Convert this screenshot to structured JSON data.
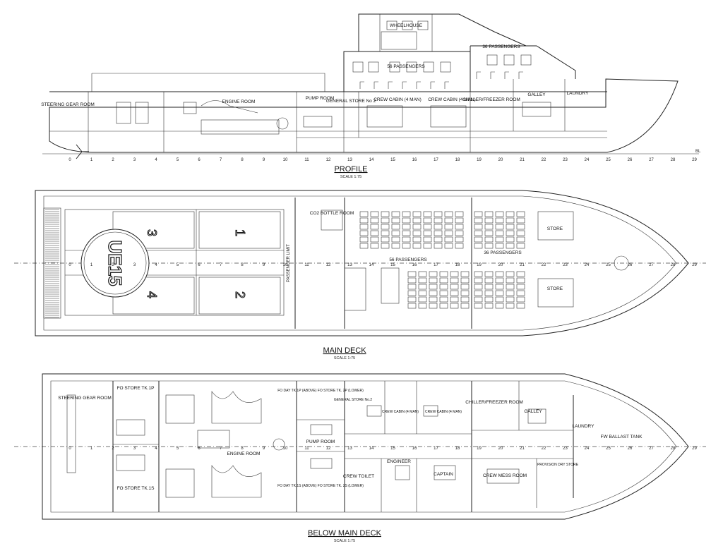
{
  "profile": {
    "title": "PROFILE",
    "scale": "SCALE 1:75",
    "labels": {
      "wheelhouse": "WHEELHOUSE",
      "pass36": "36 PASSENGERS",
      "pass56": "56 PASSENGERS",
      "steering": "STEERING GEAR ROOM",
      "engine": "ENGINE ROOM",
      "pump": "PUMP ROOM",
      "general": "GENERAL STORE No 2",
      "crew1": "CREW CABIN (4 MAN)",
      "crew2": "CREW CABIN (4 MAN)",
      "chiller": "CHILLER/FREEZER ROOM",
      "galley": "GALLEY",
      "laundry": "LAUNDRY",
      "bl": "BL"
    }
  },
  "main_deck": {
    "title": "MAIN DECK",
    "scale": "SCALE 1:75",
    "labels": {
      "helipad": "UE15",
      "pad1": "1",
      "pad2": "2",
      "pad3": "3",
      "pad4": "4",
      "co2": "CO2 BOTTLE ROOM",
      "pass56": "56 PASSENGERS",
      "pass36": "36 PASSENGERS",
      "store1": "STORE",
      "store2": "STORE",
      "limit": "PASSENGER LIMIT"
    }
  },
  "below_deck": {
    "title": "BELOW MAIN DECK",
    "scale": "SCALE 1:75",
    "labels": {
      "steering": "STEERING GEAR ROOM",
      "fo1p": "FO STORE TK.1P",
      "fo1s": "FO STORE TK.1S",
      "engine": "ENGINE ROOM",
      "fodayp": "FO DAY TK.1P (ABOVE) FO STORE TK. 2P (LOWER)",
      "fodays": "FO DAY TK.1S (ABOVE) FO STORE TK. 2S (LOWER)",
      "pump": "PUMP ROOM",
      "general": "GENERAL STORE No.2",
      "crew1": "CREW CABIN (4 MAN)",
      "crew2": "CREW CABIN (4 MAN)",
      "chiller": "CHILLER/FREEZER ROOM",
      "galley": "GALLEY",
      "laundry": "LAUNDRY",
      "fwballast": "FW BALLAST TANK",
      "provision": "PROVISION DRY STORE",
      "crewtoilet": "CREW TOILET",
      "engineer": "ENGINEER",
      "captain": "CAPTAIN",
      "mess": "CREW MESS ROOM"
    }
  },
  "frames": [
    "0",
    "1",
    "2",
    "3",
    "4",
    "5",
    "6",
    "7",
    "8",
    "9",
    "10",
    "11",
    "12",
    "13",
    "14",
    "15",
    "16",
    "17",
    "18",
    "19",
    "20",
    "21",
    "22",
    "23",
    "24",
    "25",
    "26",
    "27",
    "28",
    "29"
  ]
}
